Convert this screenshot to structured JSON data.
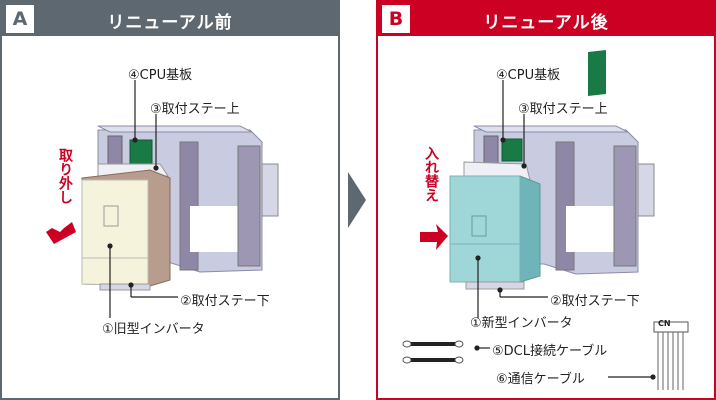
{
  "panels": {
    "a": {
      "badge": "A",
      "title": "リニューアル前",
      "action": "取り外し",
      "labels": {
        "cpu": "④CPU基板",
        "stay_upper": "③取付ステー上",
        "stay_lower": "②取付ステー下",
        "inverter": "①旧型インバータ"
      }
    },
    "b": {
      "badge": "B",
      "title": "リニューアル後",
      "action": "入れ替え",
      "labels": {
        "cpu": "④CPU基板",
        "stay_upper": "③取付ステー上",
        "stay_lower": "②取付ステー下",
        "inverter": "①新型インバータ",
        "dcl_cable": "⑤DCL接続ケーブル",
        "comm_cable": "⑥通信ケーブル",
        "connector": "CN"
      }
    }
  },
  "colors": {
    "before": "#5e6870",
    "after": "#cc0022",
    "old_inverter": "#f6f3dc",
    "new_inverter": "#9fd6d8",
    "cpu_board": "#1a7a46",
    "chassis": "#c9cbe0"
  }
}
